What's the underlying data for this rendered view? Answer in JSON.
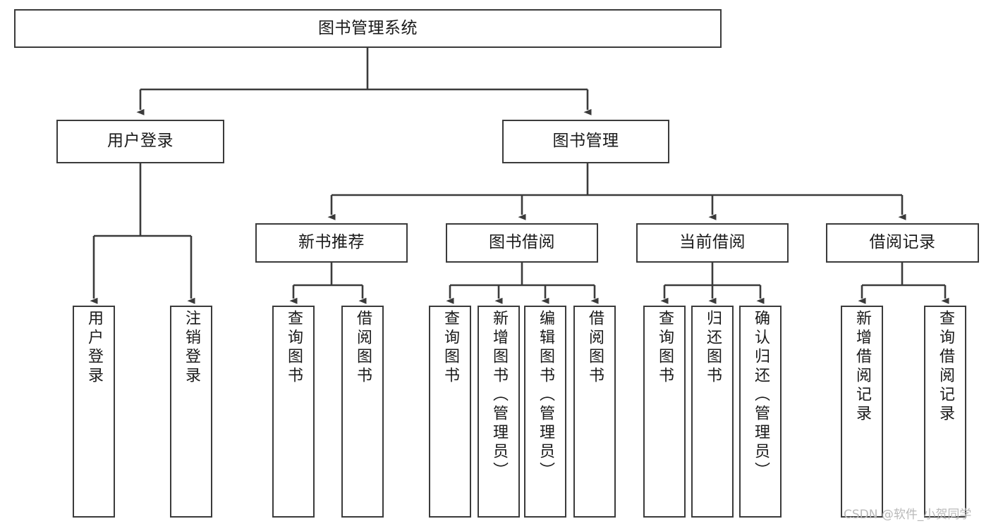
{
  "diagram": {
    "title": "图书管理系统",
    "type": "tree-hierarchy",
    "watermark": "CSDN @软件_小贺同学",
    "colors": {
      "background": "#ffffff",
      "box_border": "#3b3b3b",
      "box_fill": "#ffffff",
      "connector": "#3b3b3b",
      "text": "#1a1a1a",
      "watermark": "#b9b9b9"
    },
    "root": {
      "label": "图书管理系统"
    },
    "level2": [
      {
        "label": "用户登录"
      },
      {
        "label": "图书管理"
      }
    ],
    "level3": [
      {
        "label": "新书推荐"
      },
      {
        "label": "图书借阅"
      },
      {
        "label": "当前借阅"
      },
      {
        "label": "借阅记录"
      }
    ],
    "leaves": {
      "user_login": [
        {
          "label": "用户登录"
        },
        {
          "label": "注销登录"
        }
      ],
      "new_book_recommend": [
        {
          "label": "查询图书"
        },
        {
          "label": "借阅图书"
        }
      ],
      "book_borrow": [
        {
          "label": "查询图书"
        },
        {
          "label": "新增图书（管理员）"
        },
        {
          "label": "编辑图书（管理员）"
        },
        {
          "label": "借阅图书"
        }
      ],
      "current_borrow": [
        {
          "label": "查询图书"
        },
        {
          "label": "归还图书"
        },
        {
          "label": "确认归还（管理员）"
        }
      ],
      "borrow_record": [
        {
          "label": "新增借阅记录"
        },
        {
          "label": "查询借阅记录"
        }
      ]
    }
  }
}
